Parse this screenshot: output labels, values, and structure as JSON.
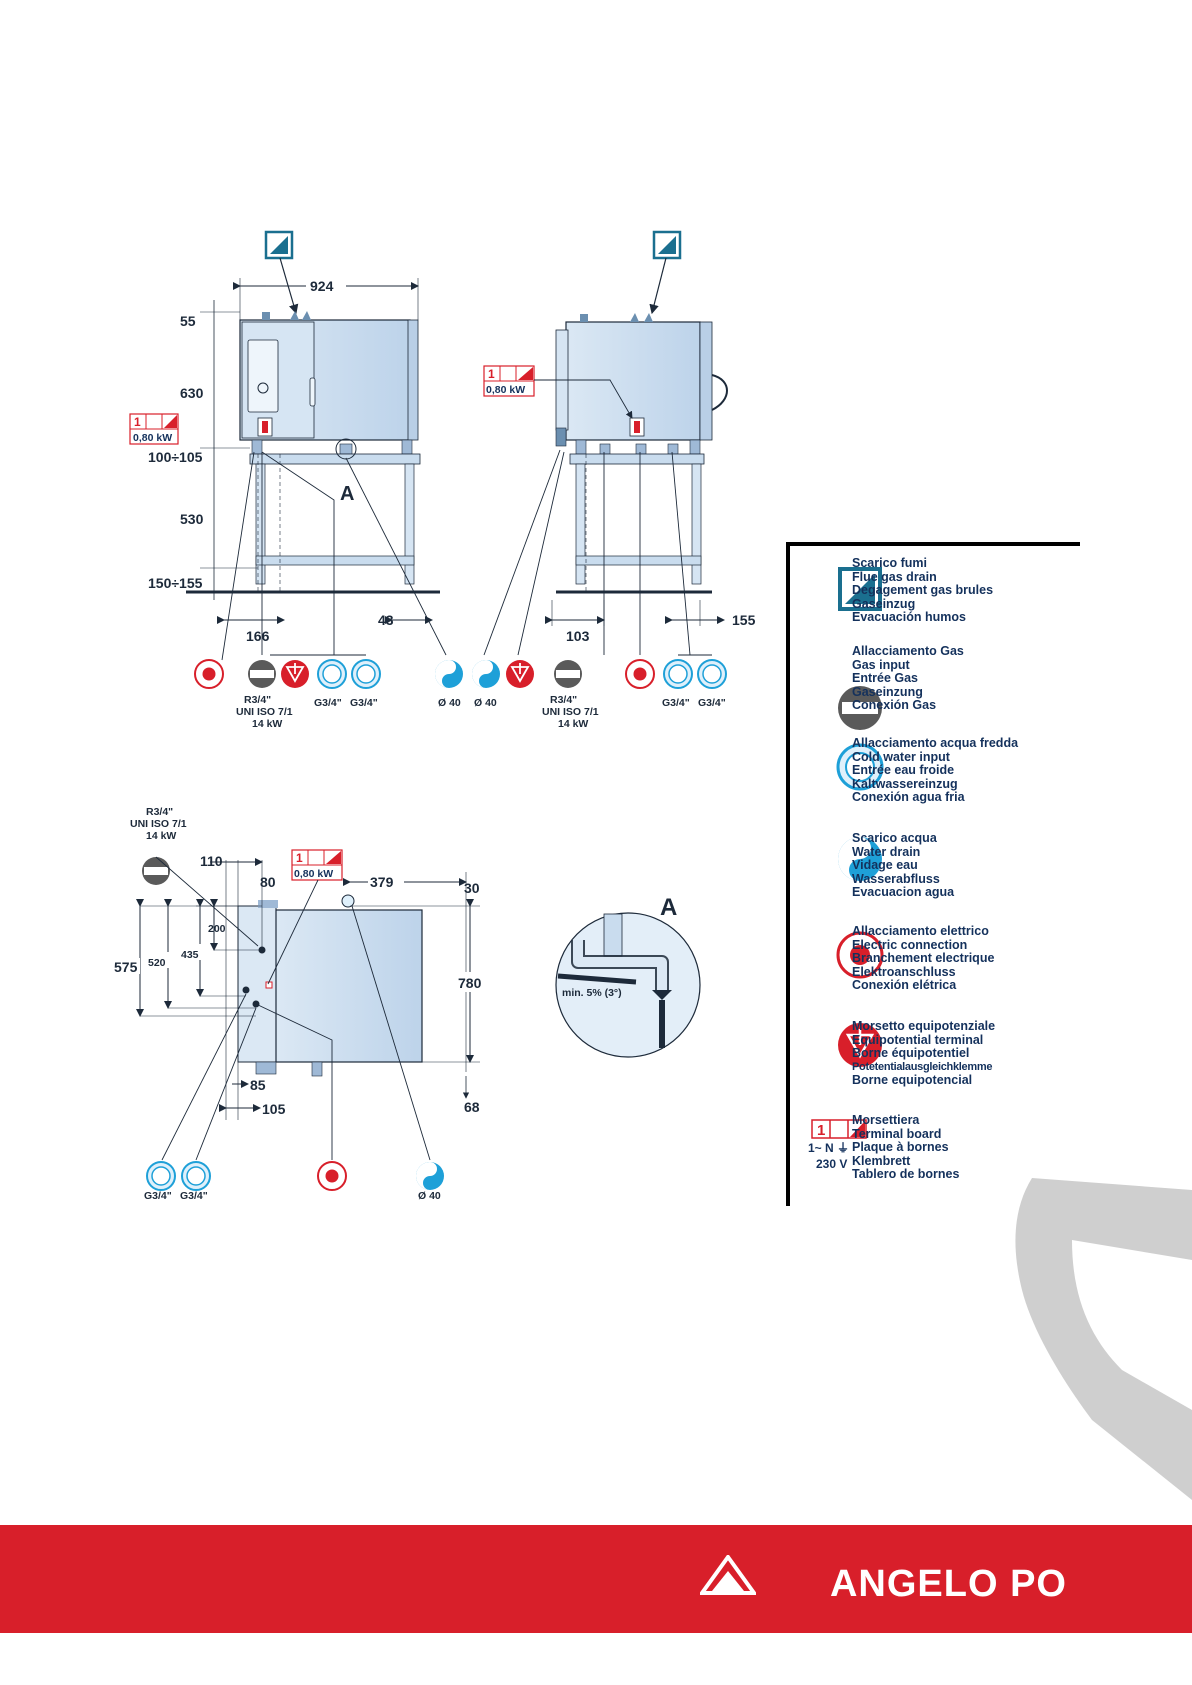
{
  "front_view": {
    "dims": {
      "width": "924",
      "top": "55",
      "height": "630",
      "feet": "100÷105",
      "stand": "530",
      "base": "150÷155",
      "left_offset": "166",
      "right_offset": "43"
    },
    "terminal_value": "0,80 kW",
    "detail_mark": "A",
    "gas_label_1": "R3/4\"",
    "gas_label_2": "UNI ISO 7/1",
    "gas_label_3": "14 kW",
    "water_1": "G3/4\"",
    "water_2": "G3/4\"",
    "drain": "Ø 40"
  },
  "side_view": {
    "dims": {
      "left_offset": "103",
      "right_offset": "155"
    },
    "terminal_value": "0,80 kW",
    "drain": "Ø 40",
    "gas_label_1": "R3/4\"",
    "gas_label_2": "UNI ISO 7/1",
    "gas_label_3": "14 kW",
    "water_1": "G3/4\"",
    "water_2": "G3/4\""
  },
  "top_view": {
    "gas_label_1": "R3/4\"",
    "gas_label_2": "UNI ISO 7/1",
    "gas_label_3": "14 kW",
    "terminal_value": "0,80 kW",
    "dims": {
      "d110": "110",
      "d80": "80",
      "d379": "379",
      "d30": "30",
      "d200": "200",
      "d435": "435",
      "d520": "520",
      "d575": "575",
      "d780": "780",
      "d85": "85",
      "d105": "105",
      "d68": "68"
    },
    "water_1": "G3/4\"",
    "water_2": "G3/4\"",
    "drain": "Ø 40"
  },
  "detail": {
    "mark": "A",
    "slope": "min. 5% (3°)"
  },
  "terminal_number": "1",
  "legend": {
    "flue": [
      "Scarico fumi",
      "Flue gas drain",
      "Degagement gas brules",
      "Gaseinzug",
      "Evacuación humos"
    ],
    "gas": [
      "Allacciamento Gas",
      "Gas input",
      "Entrée Gas",
      "Gaseinzung",
      "Conexión Gas"
    ],
    "cold_water": [
      "Allacciamento acqua fredda",
      "Cold water input",
      "Entrée eau froide",
      "Kaltwassereinzug",
      "Conexión agua fria"
    ],
    "water_drain": [
      "Scarico acqua",
      "Water drain",
      "Vidage eau",
      "Wasserabfluss",
      "Evacuacion agua"
    ],
    "electric": [
      "Allacciamento elettrico",
      "Electric connection",
      "Branchement electrique",
      "Elektroanschluss",
      "Conexión elétrica"
    ],
    "equipotential": [
      "Morsetto equipotenziale",
      "Equipotential terminal",
      "Borne équipotentiel",
      "Potetentialausgleichklemme",
      "Borne equipotencial"
    ],
    "terminal_board": [
      "Morsettiera",
      "Terminal board",
      "Plaque à bornes",
      "Klembrett",
      "Tablero de bornes"
    ],
    "terminal_number": "1",
    "terminal_phase": "1~ N ⏚",
    "terminal_voltage": "230 V"
  },
  "brand": "ANGELO PO",
  "colors": {
    "brand_red": "#d81f2a",
    "steel_blue": "#c9dcee",
    "accent_teal": "#1a7a9a",
    "line": "#1d2a3a"
  }
}
